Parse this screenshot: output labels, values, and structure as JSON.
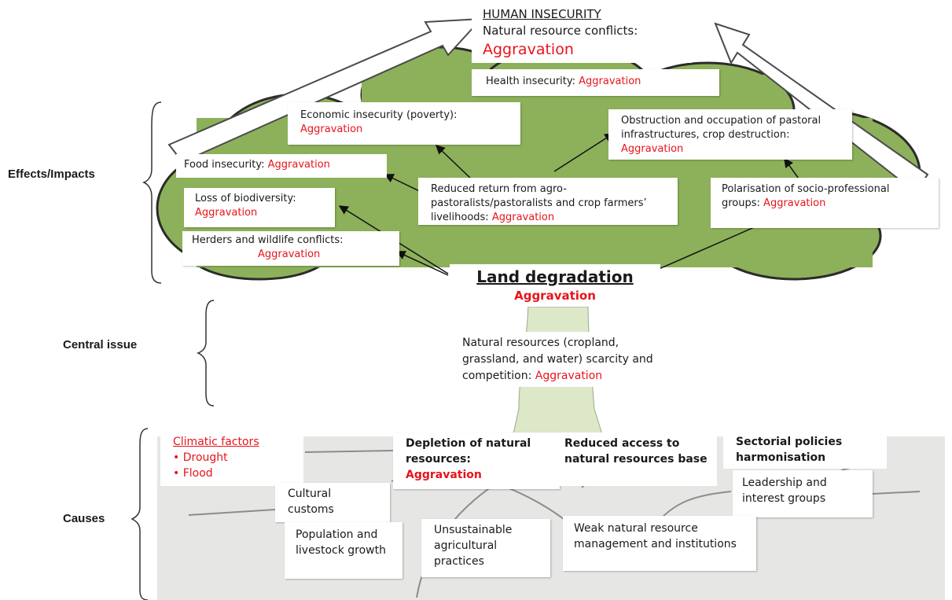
{
  "colors": {
    "accent_red": "#e8141b",
    "canopy_green": "#8db15a",
    "trunk_green": "#dde8c8",
    "ground_grey": "#e6e6e4"
  },
  "top": {
    "title": "HUMAN INSECURITY",
    "subtitle": "Natural resource conflicts:",
    "value": "Aggravation"
  },
  "side_labels": {
    "effects": "Effects/Impacts",
    "central": "Central issue",
    "causes": "Causes"
  },
  "effects": {
    "health": {
      "label": "Health insecurity: ",
      "value": "Aggravation"
    },
    "economic": {
      "label": "Economic insecurity (poverty):",
      "value": "Aggravation"
    },
    "obstruction": {
      "label": "Obstruction and occupation of pastoral infrastructures, crop destruction: ",
      "value": "Aggravation"
    },
    "food": {
      "label": "Food insecurity: ",
      "value": "Aggravation"
    },
    "reduced_return": {
      "label": "Reduced return from agro-pastoralists/pastoralists and crop farmers’ livelihoods: ",
      "value": "Aggravation"
    },
    "polarisation": {
      "label": "Polarisation of socio-professional groups: ",
      "value": "Aggravation"
    },
    "biodiversity": {
      "label": "Loss of biodiversity:",
      "value": "Aggravation"
    },
    "herders": {
      "label": "Herders and wildlife conflicts:",
      "value": "Aggravation"
    }
  },
  "land": {
    "title": "Land degradation",
    "value": "Aggravation"
  },
  "central": {
    "label": "Natural resources (cropland, grassland, and water) scarcity and competition: ",
    "value": "Aggravation"
  },
  "causes": {
    "climatic_title": "Climatic factors",
    "climatic_items": [
      "Drought",
      "Flood"
    ],
    "depletion": {
      "label": "Depletion of natural resources:",
      "value": "Aggravation"
    },
    "reduced_access": "Reduced access to natural resources base",
    "sectorial": "Sectorial policies harmonisation",
    "leadership": "Leadership and interest groups",
    "cultural": "Cultural customs",
    "population": "Population and livestock growth",
    "unsustainable": "Unsustainable agricultural practices",
    "weak": "Weak natural resource management and institutions"
  }
}
